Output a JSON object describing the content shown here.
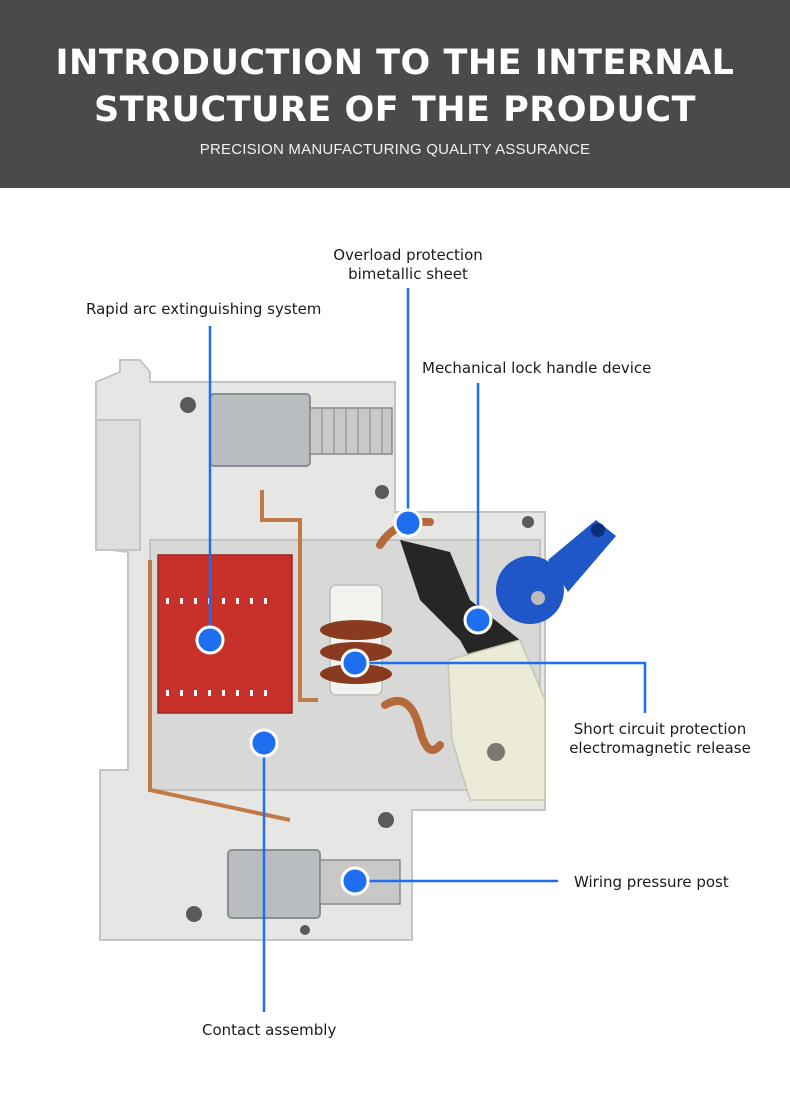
{
  "header": {
    "title_line1": "INTRODUCTION TO THE INTERNAL",
    "title_line2": "STRUCTURE OF THE PRODUCT",
    "subtitle": "PRECISION MANUFACTURING QUALITY ASSURANCE"
  },
  "callouts": {
    "overload": {
      "line1": "Overload protection",
      "line2": "bimetallic sheet"
    },
    "arc": "Rapid arc extinguishing system",
    "lock": "Mechanical lock handle device",
    "short": {
      "line1": "Short circuit protection",
      "line2": "electromagnetic release"
    },
    "wiring": "Wiring pressure post",
    "contact": "Contact assembly"
  },
  "colors": {
    "header_bg": "#4a4a4a",
    "callout_blue": "#1e6ff0",
    "housing": "#e6e6e4",
    "arc_chamber": "#c8302a",
    "handle": "#1f56c8",
    "copper": "#c07a45"
  },
  "icons": {
    "callout_dot": "blue-circle-dot"
  }
}
